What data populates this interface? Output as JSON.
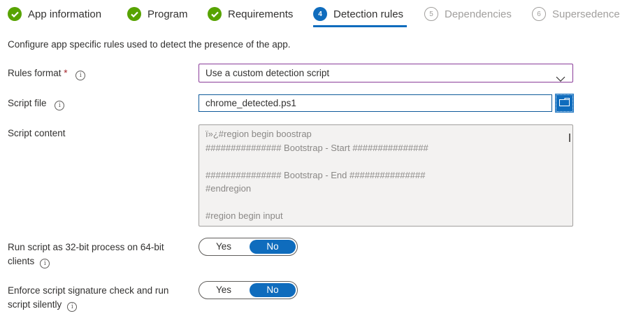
{
  "tabs": [
    {
      "label": "App information",
      "state": "done"
    },
    {
      "label": "Program",
      "state": "done"
    },
    {
      "label": "Requirements",
      "state": "done"
    },
    {
      "label": "Detection rules",
      "state": "active",
      "number": "4"
    },
    {
      "label": "Dependencies",
      "state": "pending",
      "number": "5"
    },
    {
      "label": "Supersedence",
      "state": "pending",
      "number": "6"
    }
  ],
  "description": "Configure app specific rules used to detect the presence of the app.",
  "fields": {
    "rules_format": {
      "label": "Rules format",
      "required_mark": "*",
      "value": "Use a custom detection script"
    },
    "script_file": {
      "label": "Script file",
      "value": "chrome_detected.ps1"
    },
    "script_content": {
      "label": "Script content",
      "lines": [
        "ï»¿#region begin boostrap",
        "############### Bootstrap - Start ###############",
        "",
        "############### Bootstrap - End ###############",
        "#endregion",
        "",
        "#region begin input"
      ]
    },
    "run_32bit": {
      "label_line1": "Run script as 32-bit process on 64-bit",
      "label_line2": "clients",
      "yes": "Yes",
      "no": "No",
      "selected": "No"
    },
    "enforce_signature": {
      "label_line1": "Enforce script signature check and run",
      "label_line2": "script silently",
      "yes": "Yes",
      "no": "No",
      "selected": "No"
    }
  },
  "icons": {
    "info": "i"
  },
  "colors": {
    "accent": "#0f6cbd",
    "success": "#57a300",
    "select_border": "#8a3c99",
    "required": "#a4262c"
  }
}
